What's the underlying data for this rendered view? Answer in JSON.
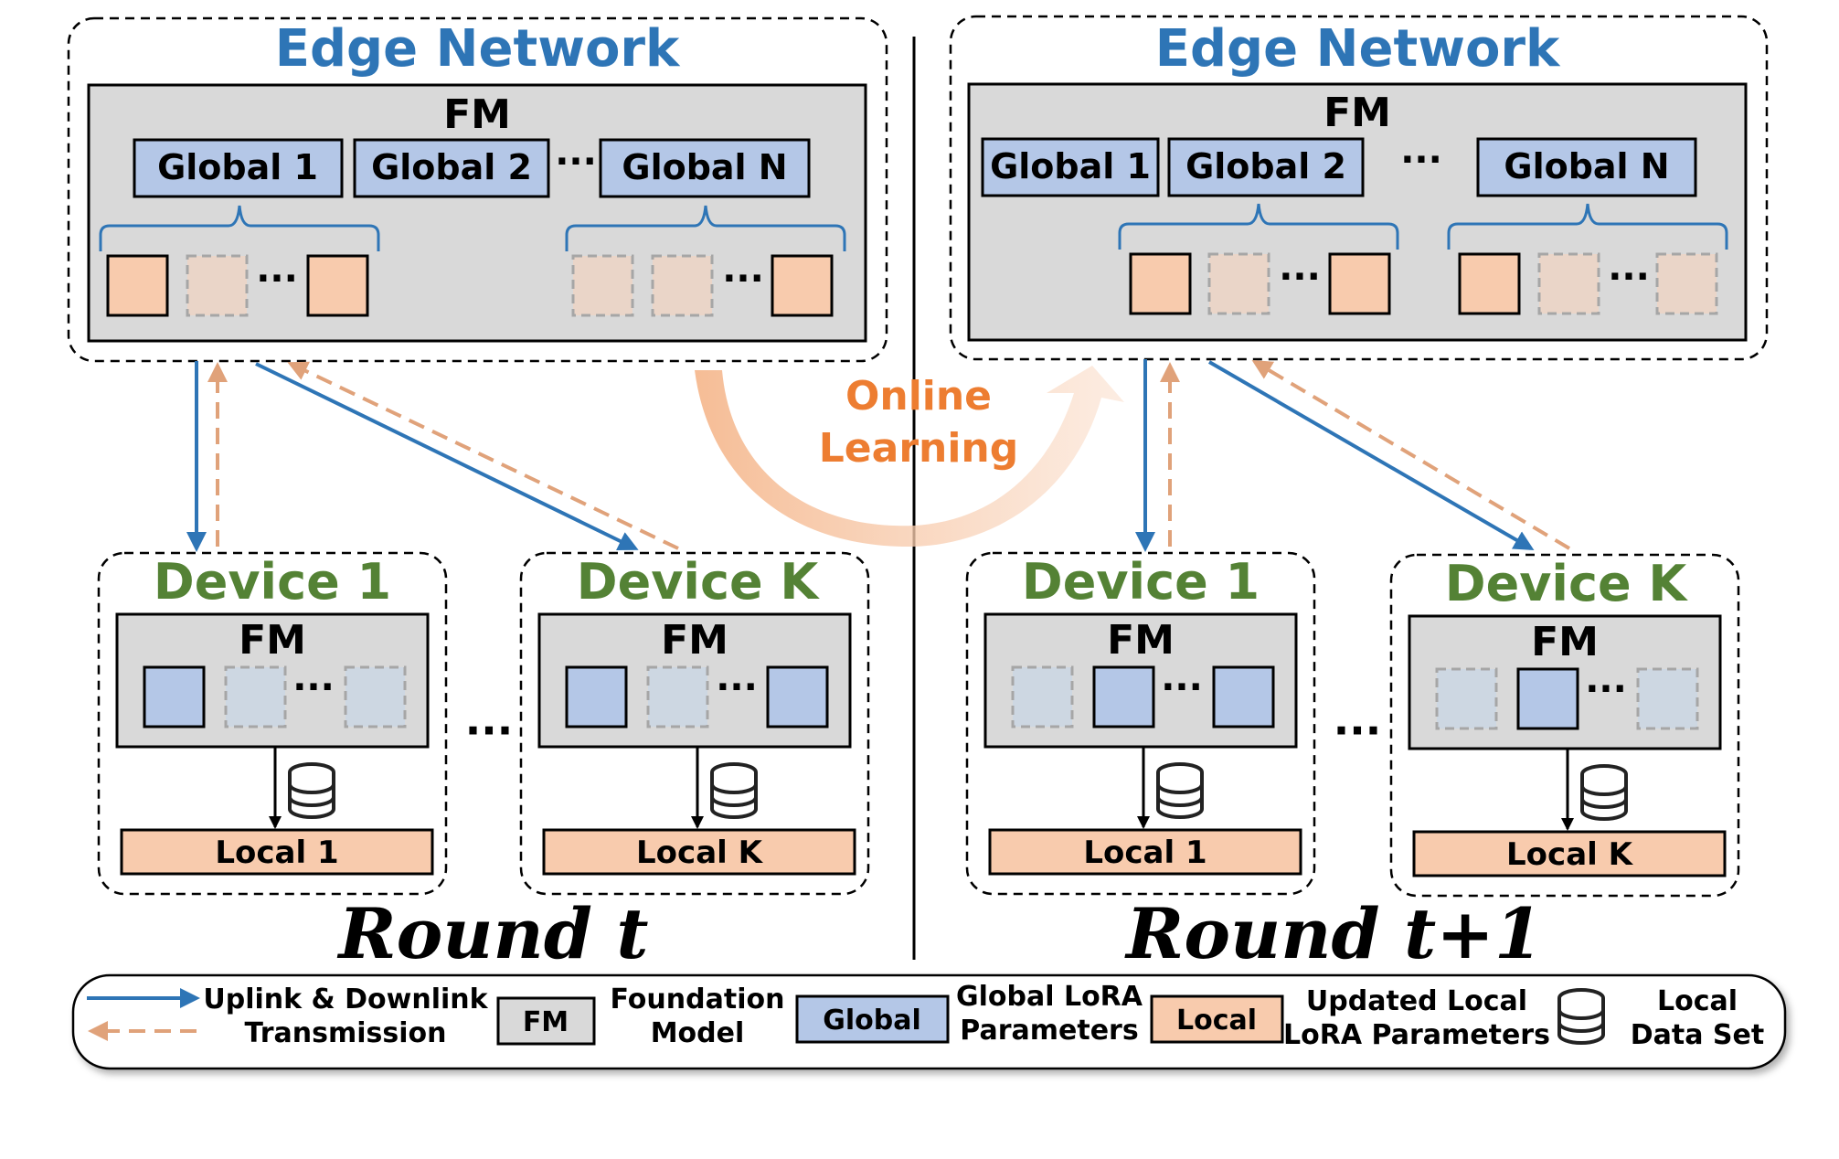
{
  "edge_title": "Edge Network",
  "fm_label": "FM",
  "globals": [
    "Global 1",
    "Global 2",
    "Global N"
  ],
  "ellipsis": "···",
  "device1": "Device 1",
  "deviceK": "Device K",
  "local1": "Local 1",
  "localK": "Local K",
  "round_left": "Round t",
  "round_right": "Round t+1",
  "online": [
    "Online",
    "Learning"
  ],
  "legend": {
    "transmission": [
      "Uplink & Downlink",
      "Transmission"
    ],
    "fm_box": "FM",
    "fm_desc": [
      "Foundation",
      "Model"
    ],
    "global_box": "Global",
    "global_desc": [
      "Global LoRA",
      "Parameters"
    ],
    "local_box": "Local",
    "local_desc": [
      "Updated Local",
      "LoRA Parameters"
    ],
    "dataset_desc": [
      "Local",
      "Data Set"
    ]
  },
  "colors": {
    "edge_title": "#2e75b6",
    "device_title": "#548235",
    "global_fill": "#b4c7e7",
    "local_fill": "#f8cbad",
    "fm_fill": "#d9d9d9",
    "arrow_blue": "#2e75b6",
    "arrow_orange": "#e0a27a",
    "online": "#ed7d31"
  }
}
